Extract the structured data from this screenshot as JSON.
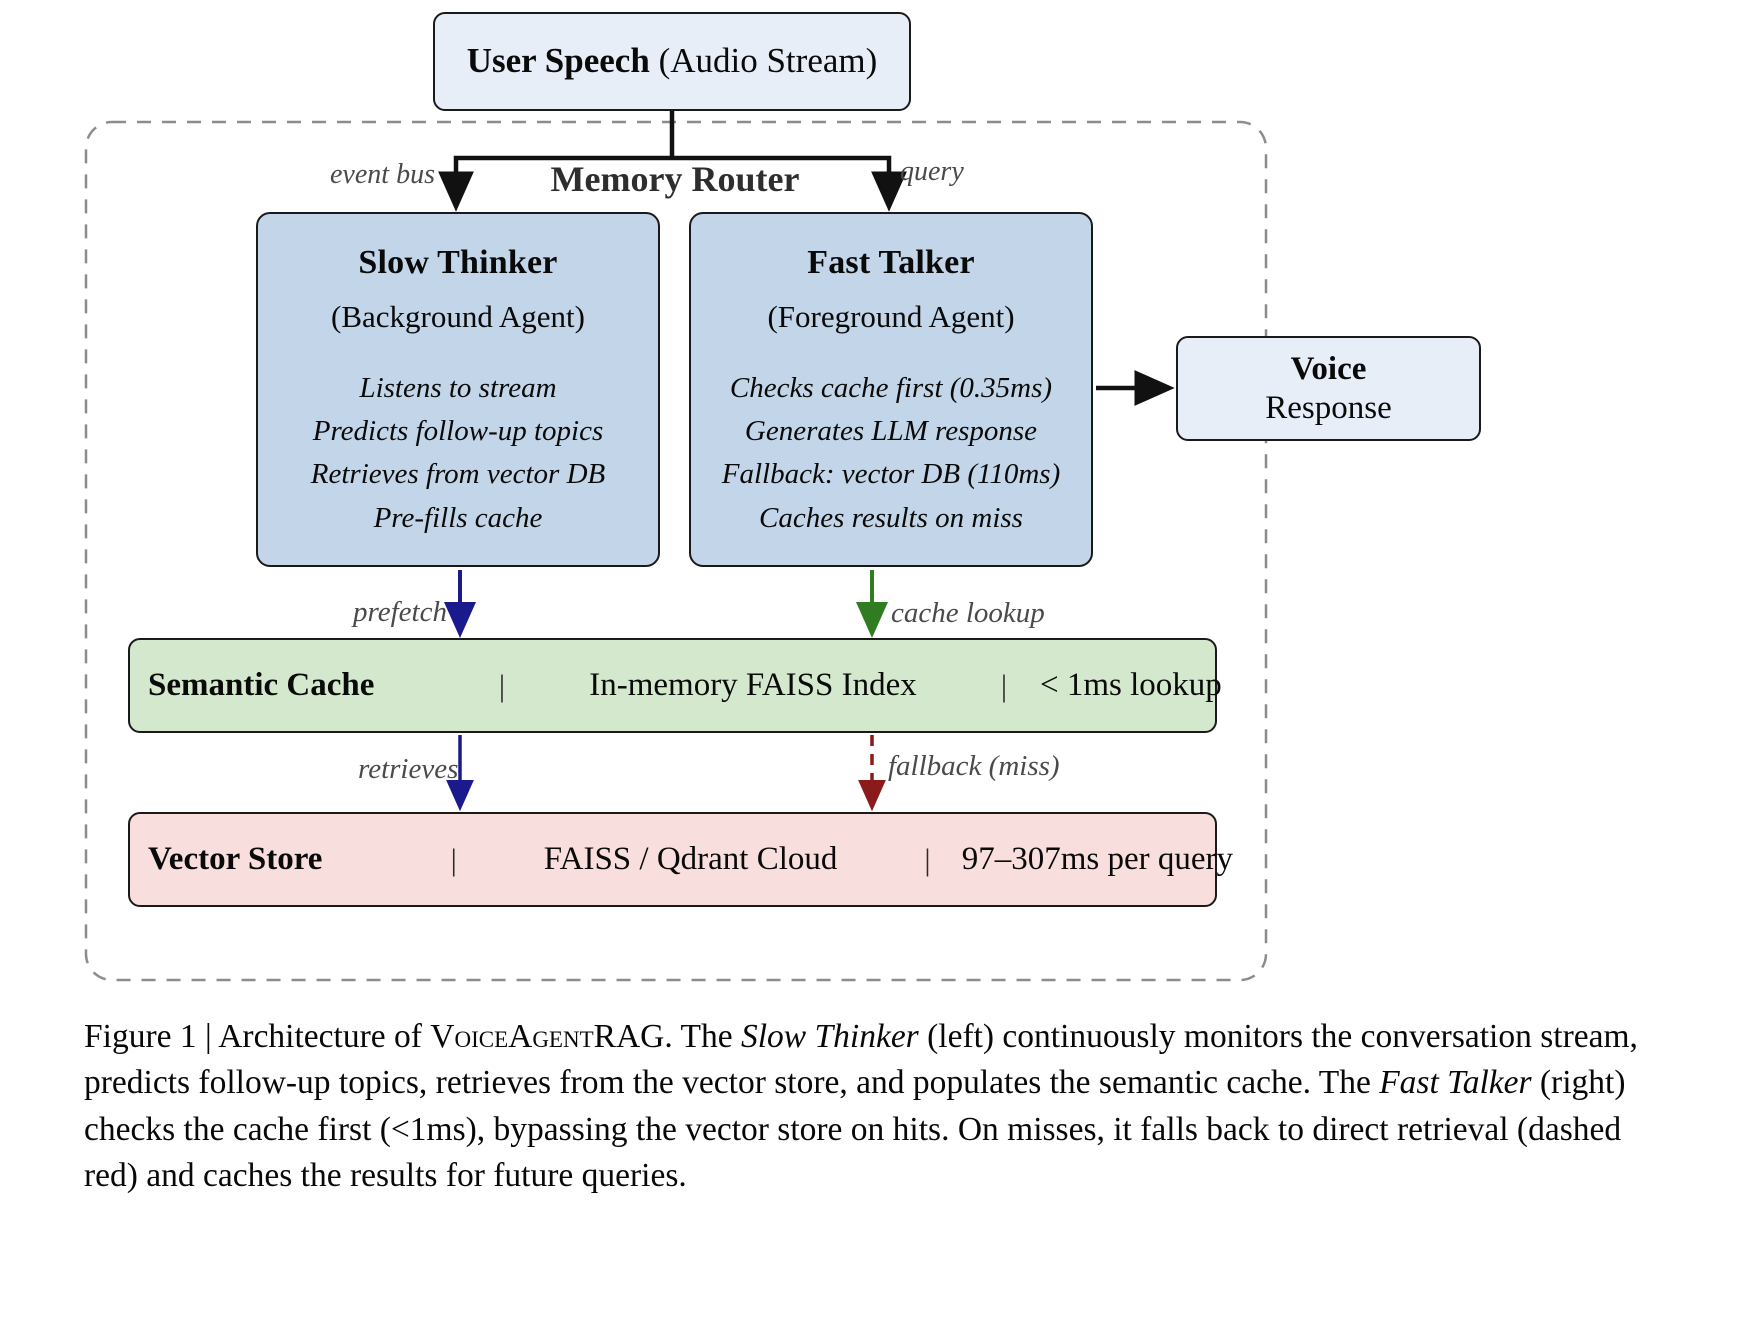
{
  "diagram": {
    "container_label": "memory-router-boundary",
    "router_title": "Memory Router",
    "user_speech": {
      "bold": "User Speech",
      "rest": " (Audio Stream)"
    },
    "slow_thinker": {
      "title": "Slow Thinker",
      "subtitle": "(Background Agent)",
      "bullets": [
        "Listens to stream",
        "Predicts follow-up topics",
        "Retrieves from vector DB",
        "Pre-fills cache"
      ]
    },
    "fast_talker": {
      "title": "Fast Talker",
      "subtitle": "(Foreground Agent)",
      "bullets": [
        "Checks cache first (0.35ms)",
        "Generates LLM response",
        "Fallback: vector DB (110ms)",
        "Caches results on miss"
      ]
    },
    "voice_response": {
      "line1": "Voice",
      "line2": "Response"
    },
    "semantic_cache": {
      "name": "Semantic Cache",
      "separator": "|",
      "middle": "In-memory FAISS Index",
      "right": "< 1ms lookup"
    },
    "vector_store": {
      "name": "Vector Store",
      "separator": "|",
      "middle": "FAISS / Qdrant Cloud",
      "right": "97–307ms per query"
    },
    "edge_labels": {
      "event_bus": "event bus",
      "query": "query",
      "prefetch": "prefetch",
      "cache_lookup": "cache lookup",
      "retrieves": "retrieves",
      "fallback": "fallback (miss)"
    },
    "colors": {
      "node_fill_light_blue": "#e8eef8",
      "agent_fill_blue": "#c3d5e8",
      "cache_fill_green": "#d4e8cd",
      "store_fill_pink": "#f8dedc",
      "edge_black": "#111111",
      "edge_navy": "#1a1a8c",
      "edge_green": "#2f7d20",
      "edge_red_dashed": "#8b1a1a",
      "boundary_gray": "#888888",
      "label_gray": "#4a4a4a"
    }
  },
  "caption": {
    "figure_label": "Figure 1",
    "bar": "|",
    "part1": " Architecture of ",
    "system_name": "VoiceAgentRAG",
    "part2": ". The ",
    "em1": "Slow Thinker",
    "part3": " (left) continuously monitors the conversation stream, predicts follow-up topics, retrieves from the vector store, and populates the semantic cache. The ",
    "em2": "Fast Talker",
    "part4": " (right) checks the cache first (<1ms), bypassing the vector store on hits. On misses, it falls back to direct retrieval (dashed red) and caches the results for future queries."
  }
}
